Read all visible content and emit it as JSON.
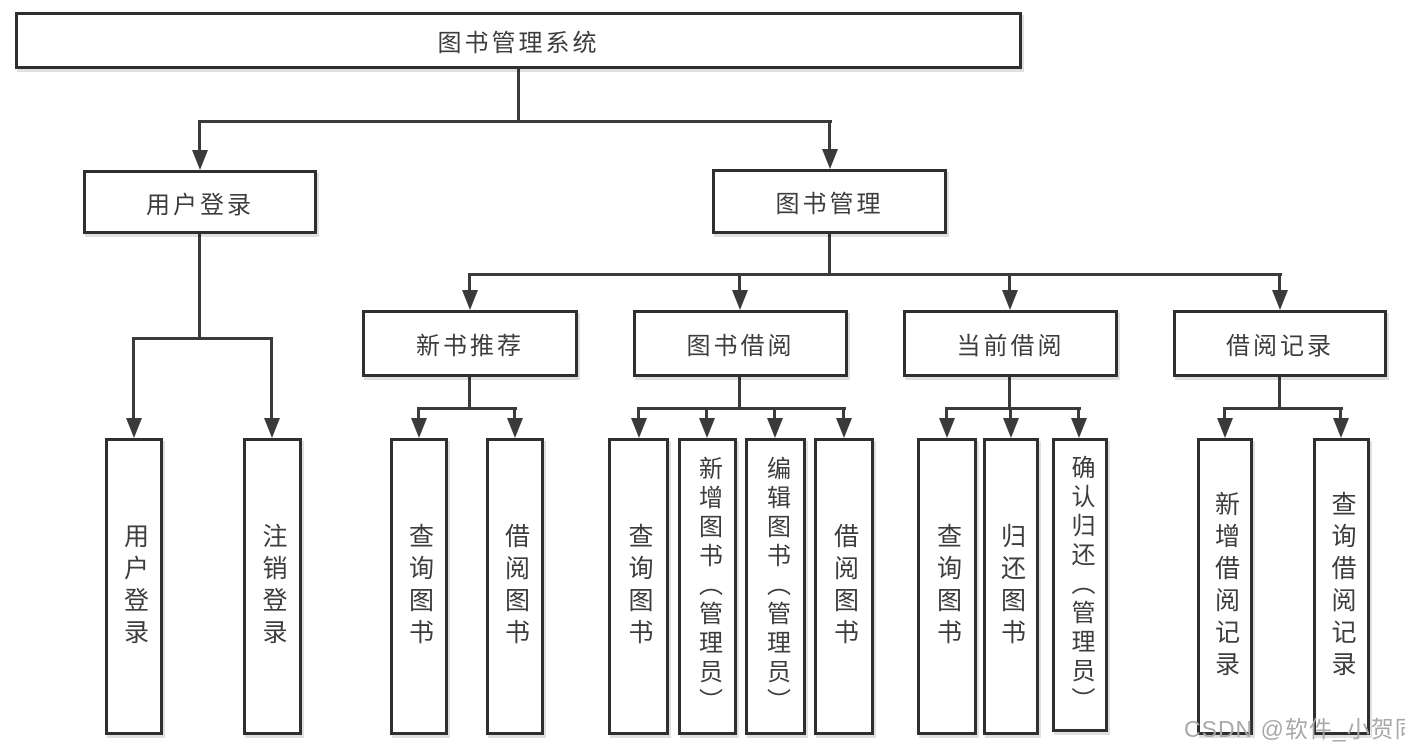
{
  "tree": {
    "label": "图书管理系统",
    "children": [
      {
        "label": "用户登录",
        "children": [
          {
            "label": "用户登录"
          },
          {
            "label": "注销登录"
          }
        ]
      },
      {
        "label": "图书管理",
        "children": [
          {
            "label": "新书推荐",
            "children": [
              {
                "label": "查询图书"
              },
              {
                "label": "借阅图书"
              }
            ]
          },
          {
            "label": "图书借阅",
            "children": [
              {
                "label": "查询图书"
              },
              {
                "label": "新增图书（管理员）"
              },
              {
                "label": "编辑图书（管理员）"
              },
              {
                "label": "借阅图书"
              }
            ]
          },
          {
            "label": "当前借阅",
            "children": [
              {
                "label": "查询图书"
              },
              {
                "label": "归还图书"
              },
              {
                "label": "确认归还（管理员）"
              }
            ]
          },
          {
            "label": "借阅记录",
            "children": [
              {
                "label": "新增借阅记录"
              },
              {
                "label": "查询借阅记录"
              }
            ]
          }
        ]
      }
    ]
  },
  "watermark": {
    "text": "CSDN @软件_小贺同学"
  },
  "colors": {
    "border": "#2f2f2f",
    "line": "#3a3a3a",
    "text": "#3d3d3d",
    "watermark": "#a8a8a8",
    "background": "#ffffff"
  }
}
